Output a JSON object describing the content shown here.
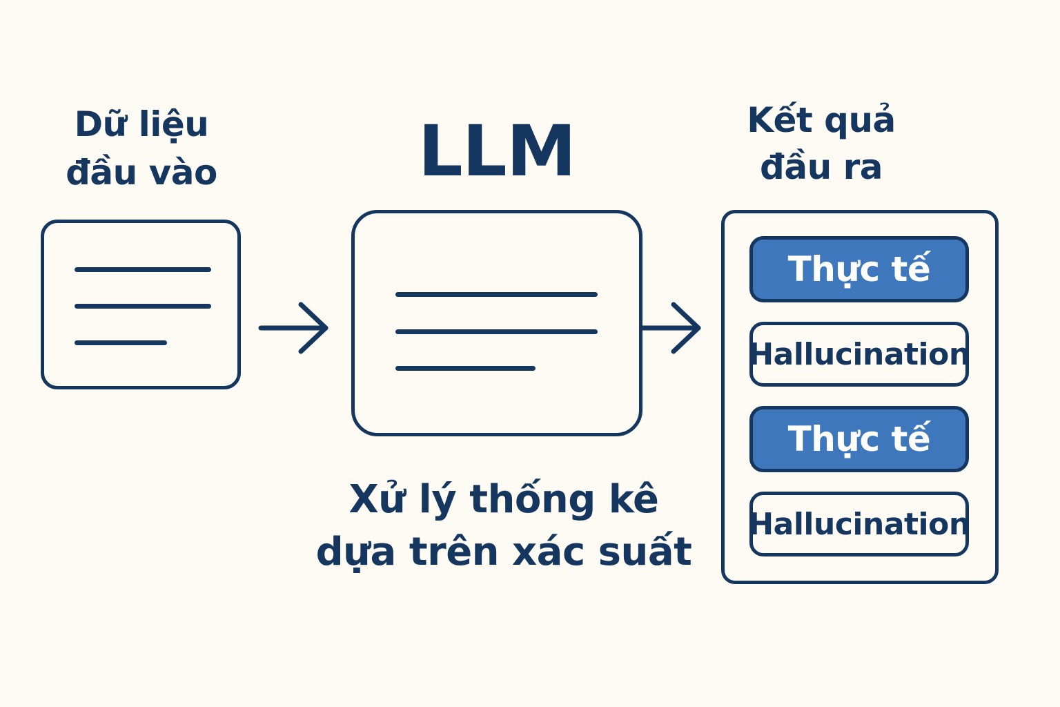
{
  "input": {
    "title_line1": "Dữ liệu",
    "title_line2": "đầu vào"
  },
  "model": {
    "title": "LLM",
    "caption_line1": "Xử lý thống kê",
    "caption_line2": "dựa trên xác suất"
  },
  "output": {
    "title_line1": "Kết quả",
    "title_line2": "đầu ra",
    "results": [
      {
        "label": "Thực tế",
        "kind": "fact"
      },
      {
        "label": "Hallucination",
        "kind": "hallucination"
      },
      {
        "label": "Thực tế",
        "kind": "fact"
      },
      {
        "label": "Hallucination",
        "kind": "hallucination"
      }
    ]
  },
  "colors": {
    "background": "#fdfbf3",
    "ink": "#15375f",
    "fact_fill": "#3e77bb",
    "fact_text": "#ffffff"
  },
  "icons": [
    "document-lines-icon",
    "arrow-right-icon"
  ]
}
